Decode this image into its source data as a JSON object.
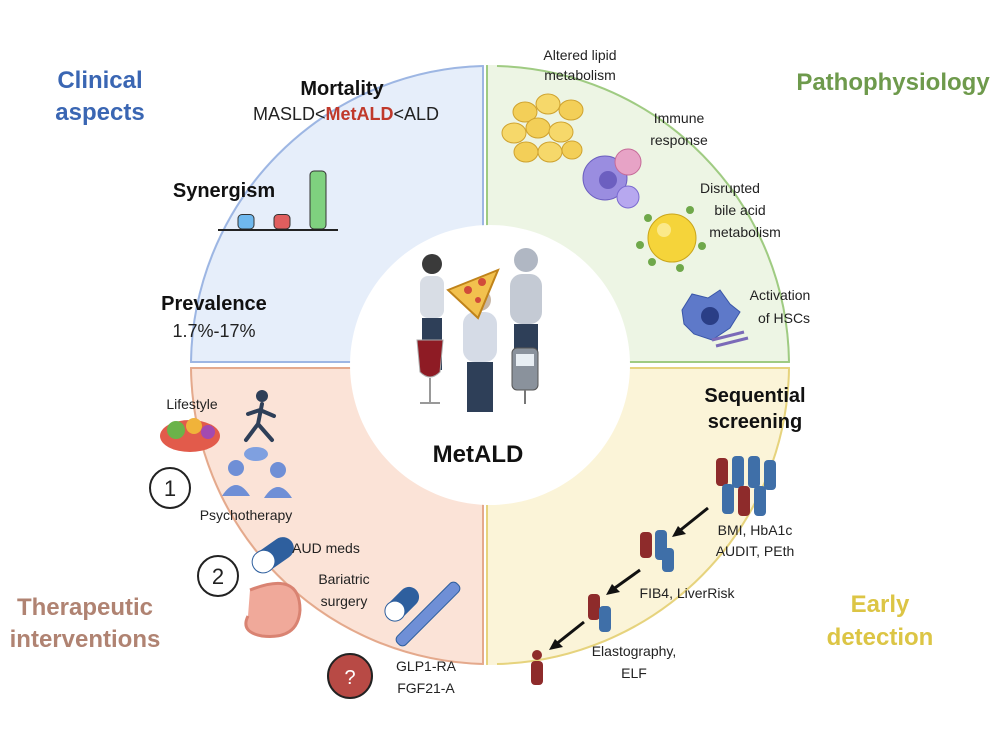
{
  "center": {
    "title": "MetALD"
  },
  "clinical": {
    "heading_line1": "Clinical",
    "heading_line2": "aspects",
    "mortality_title": "Mortality",
    "mortality_left": "MASLD<",
    "mortality_mid": "MetALD",
    "mortality_right": "<ALD",
    "synergism": "Synergism",
    "prevalence_title": "Prevalence",
    "prevalence_value": "1.7%-17%"
  },
  "pathophysiology": {
    "heading": "Pathophysiology",
    "lipid_line1": "Altered lipid",
    "lipid_line2": "metabolism",
    "immune_line1": "Immune",
    "immune_line2": "response",
    "bile_line1": "Disrupted",
    "bile_line2": "bile acid",
    "bile_line3": "metabolism",
    "hsc_line1": "Activation",
    "hsc_line2": "of HSCs"
  },
  "therapeutic": {
    "heading_line1": "Therapeutic",
    "heading_line2": "interventions",
    "lifestyle": "Lifestyle",
    "step1": "1",
    "psychotherapy": "Psychotherapy",
    "step2": "2",
    "aud_meds": "AUD meds",
    "bariatric_line1": "Bariatric",
    "bariatric_line2": "surgery",
    "question": "?",
    "glp1": "GLP1-RA",
    "fgf21": "FGF21-A"
  },
  "early": {
    "heading_line1": "Early",
    "heading_line2": "detection",
    "screening_line1": "Sequential",
    "screening_line2": "screening",
    "stage1_line1": "BMI, HbA1c",
    "stage1_line2": "AUDIT, PEth",
    "stage2": "FIB4, LiverRisk",
    "stage3_line1": "Elastography,",
    "stage3_line2": "ELF"
  },
  "colors": {
    "clinical_bg": "#e6eefa",
    "clinical_border": "#9db6e3",
    "clinical_text": "#3a66b3",
    "patho_bg": "#edf5e4",
    "patho_border": "#9fcb82",
    "patho_text": "#6e9a4c",
    "thera_bg": "#fbe3d7",
    "thera_border": "#e4a98c",
    "thera_text": "#b08372",
    "early_bg": "#fbf4d8",
    "early_border": "#e6d37d",
    "early_text": "#dcc545",
    "metald_red": "#c0392b"
  },
  "chart_data": {
    "type": "bar",
    "categories": [
      "",
      "",
      ""
    ],
    "values": [
      1,
      1,
      4
    ],
    "colors": [
      "#6fb8ee",
      "#e05e5e",
      "#7fd17f"
    ],
    "title": "",
    "xlabel": "",
    "ylabel": ""
  }
}
